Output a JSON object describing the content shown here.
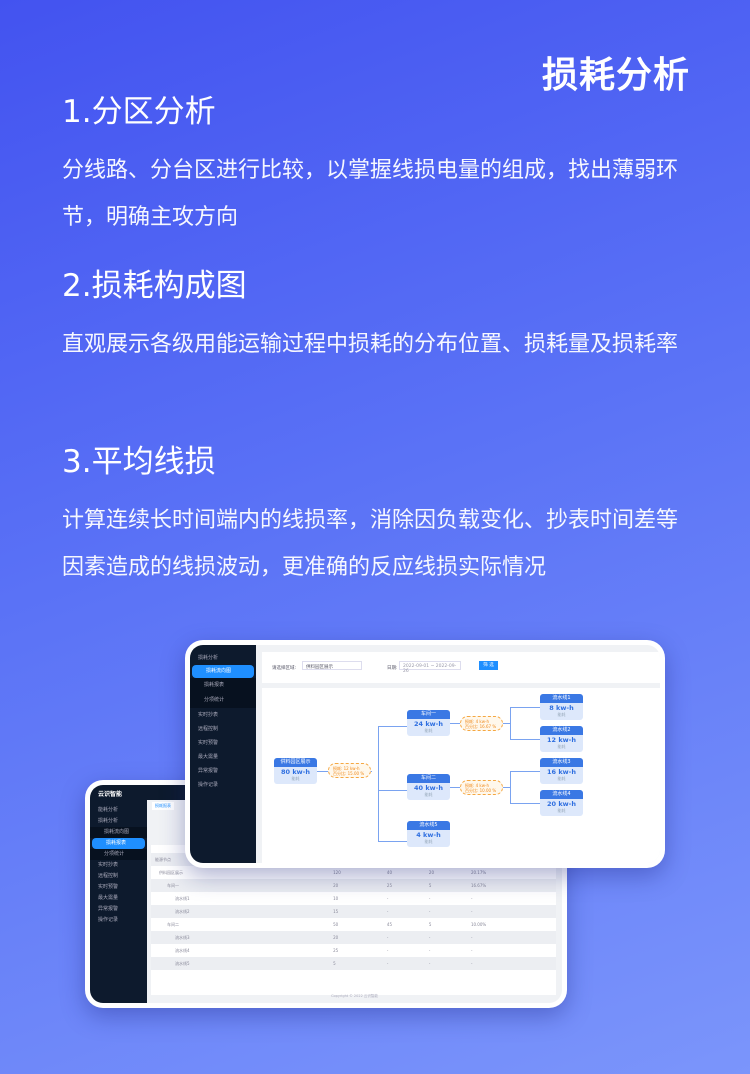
{
  "title": "损耗分析",
  "sections": [
    {
      "heading": "1.分区分析",
      "body": "分线路、分台区进行比较，以掌握线损电量的组成，找出薄弱环节，明确主攻方向"
    },
    {
      "heading": "2.损耗构成图",
      "body": "直观展示各级用能运输过程中损耗的分布位置、损耗量及损耗率"
    },
    {
      "heading": "3.平均线损",
      "body": "计算连续长时间端内的线损率，消除因负载变化、抄表时间差等因素造成的线损波动，更准确的反应线损实际情况"
    }
  ],
  "front": {
    "sidebar": [
      "能耗分析",
      "损耗分析",
      "损耗流向图",
      "损耗报表",
      "分项统计",
      "实时抄表",
      "远程控制",
      "实时预警",
      "最大需量",
      "异常报警",
      "操作记录"
    ],
    "filter_label": "请选择区域:",
    "filter_value": "供料园区展示",
    "date_label": "日期:",
    "date_value": "2022-09-01 ~ 2022-09-26",
    "filter_button": "筛 选",
    "nodes": {
      "root": {
        "name": "供料园区展示",
        "value": "80 kw-h",
        "sub": "能耗"
      },
      "w1": {
        "name": "车间一",
        "value": "24 kw-h",
        "sub": "能耗"
      },
      "w2": {
        "name": "车间二",
        "value": "40 kw-h",
        "sub": "能耗"
      },
      "l5": {
        "name": "流水线5",
        "value": "4 kw-h",
        "sub": "能耗"
      },
      "l1": {
        "name": "流水线1",
        "value": "8 kw-h",
        "sub": "能耗"
      },
      "l2": {
        "name": "流水线2",
        "value": "12 kw-h",
        "sub": "能耗"
      },
      "l3": {
        "name": "流水线3",
        "value": "16 kw-h",
        "sub": "能耗"
      },
      "l4": {
        "name": "流水线4",
        "value": "20 kw-h",
        "sub": "能耗"
      }
    },
    "losses": {
      "root": {
        "loss": "损耗: 12 kw-h",
        "pct": "百分比: 15.00 %"
      },
      "w1": {
        "loss": "损耗: 4 kw-h",
        "pct": "百分比: 16.67 %"
      },
      "w2": {
        "loss": "损耗: 4 kw-h",
        "pct": "百分比: 10.00 %"
      }
    }
  },
  "back": {
    "brand": "云识智能",
    "tab": "损耗报表",
    "sidebar": [
      "能耗分析",
      "损耗分析",
      "损耗流向图",
      "损耗报表",
      "分项统计",
      "实时抄表",
      "远程控制",
      "实时预警",
      "最大需量",
      "异常报警",
      "操作记录"
    ],
    "filter_label": "请选择区域:",
    "col_header": "能源节点",
    "rows": [
      [
        "供料园区展示",
        "120",
        "40",
        "20",
        "20.17%"
      ],
      [
        "车间一",
        "20",
        "25",
        "5",
        "16.67%"
      ],
      [
        "流水线1",
        "10",
        "-",
        "-",
        "-"
      ],
      [
        "流水线2",
        "15",
        "-",
        "-",
        "-"
      ],
      [
        "车间二",
        "50",
        "45",
        "5",
        "10.00%"
      ],
      [
        "流水线3",
        "20",
        "-",
        "-",
        "-"
      ],
      [
        "流水线4",
        "25",
        "-",
        "-",
        "-"
      ],
      [
        "流水线5",
        "5",
        "-",
        "-",
        "-"
      ]
    ],
    "footer": "Copyright © 2022 云识智能"
  }
}
